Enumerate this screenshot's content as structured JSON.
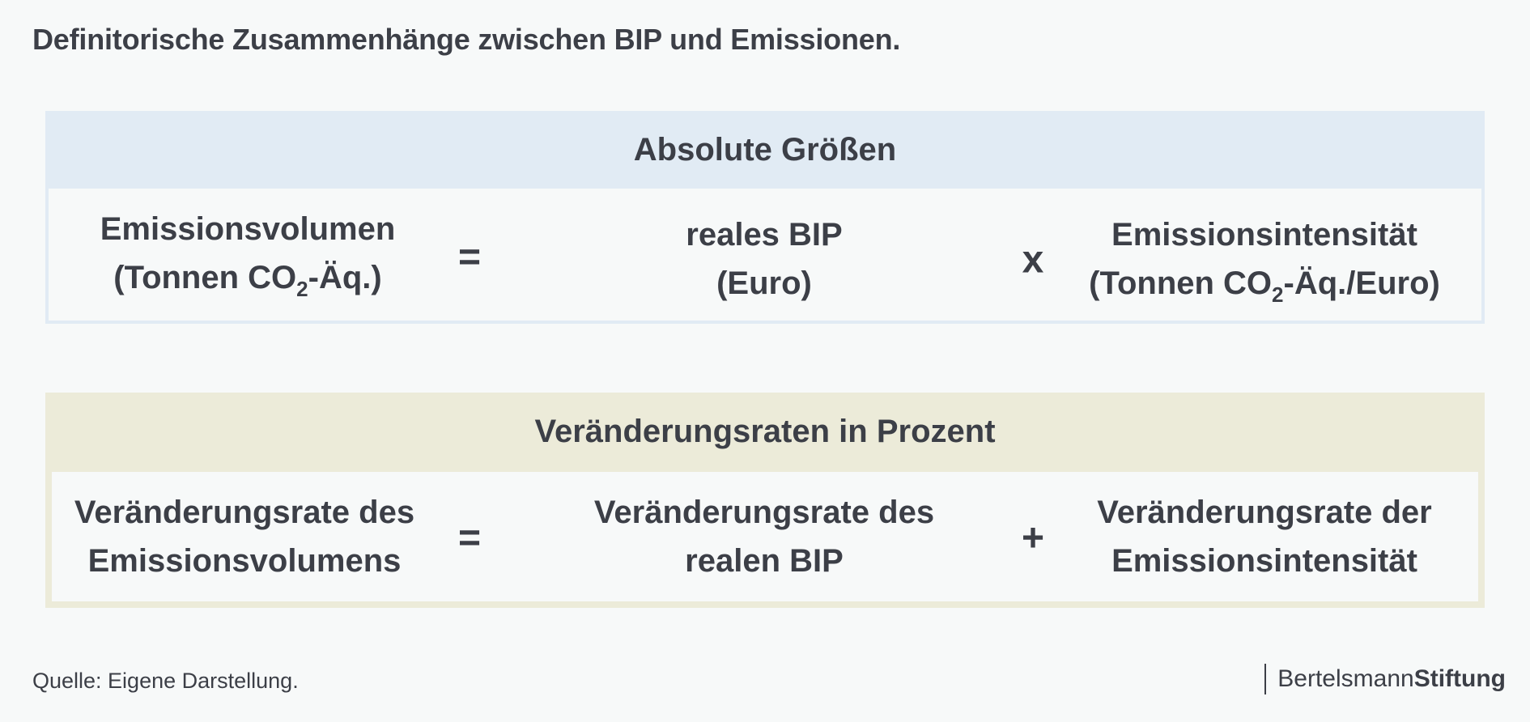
{
  "title": "Definitorische Zusammenhänge zwischen BIP und Emissionen.",
  "absolute": {
    "header": "Absolute Größen",
    "term1_line1": "Emissionsvolumen",
    "term1_line2_pre": "(Tonnen CO",
    "term1_line2_sub": "2",
    "term1_line2_post": "-Äq.)",
    "op1": "=",
    "term2_line1": "reales BIP",
    "term2_line2": "(Euro)",
    "op2": "x",
    "term3_line1": "Emissionsintensität",
    "term3_line2_pre": "(Tonnen CO",
    "term3_line2_sub": "2",
    "term3_line2_post": "-Äq./Euro)"
  },
  "rates": {
    "header": "Veränderungsraten in Prozent",
    "term1_line1": "Veränderungsrate des",
    "term1_line2": "Emissionsvolumens",
    "op1": "=",
    "term2_line1": "Veränderungsrate des",
    "term2_line2": "realen BIP",
    "op2": "+",
    "term3_line1": "Veränderungsrate der",
    "term3_line2": "Emissionsintensität"
  },
  "source": "Quelle: Eigene Darstellung.",
  "logo": {
    "light": "Bertelsmann",
    "bold": "Stiftung"
  },
  "colors": {
    "background": "#f7f9f9",
    "panel_absolute": "#e1ebf4",
    "panel_rates": "#ecebd9",
    "text": "#3c3f47"
  }
}
